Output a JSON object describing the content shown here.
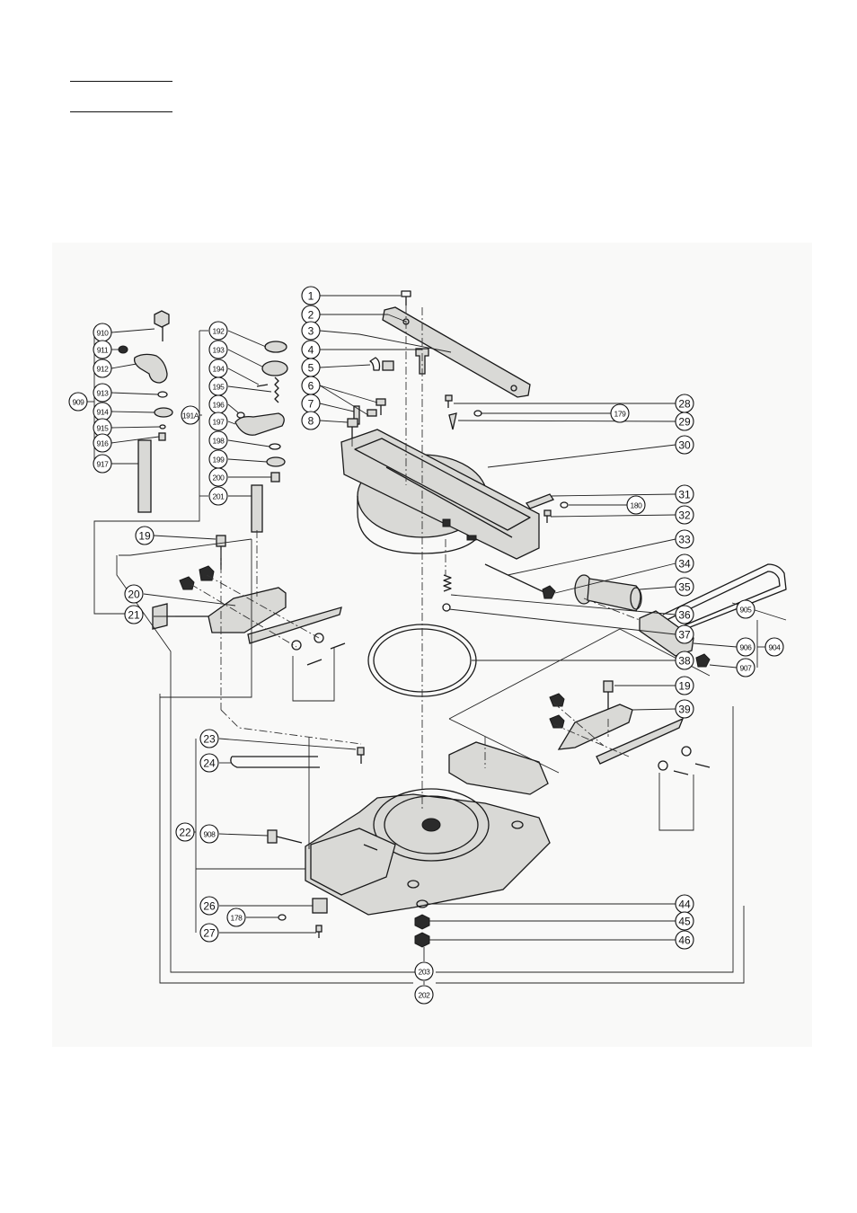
{
  "callouts": {
    "c1": "1",
    "c2": "2",
    "c3": "3",
    "c4": "4",
    "c5": "5",
    "c6": "6",
    "c7": "7",
    "c8": "8",
    "c19a": "19",
    "c19b": "19",
    "c20": "20",
    "c21": "21",
    "c22": "22",
    "c23": "23",
    "c24": "24",
    "c26": "26",
    "c27": "27",
    "c28": "28",
    "c29": "29",
    "c30": "30",
    "c31": "31",
    "c32": "32",
    "c33": "33",
    "c34": "34",
    "c35": "35",
    "c36": "36",
    "c37": "37",
    "c38": "38",
    "c39": "39",
    "c44": "44",
    "c45": "45",
    "c46": "46",
    "c178": "178",
    "c179": "179",
    "c180": "180",
    "c191a": "191A",
    "c192": "192",
    "c193": "193",
    "c194": "194",
    "c195": "195",
    "c196": "196",
    "c197": "197",
    "c198": "198",
    "c199": "199",
    "c200": "200",
    "c201": "201",
    "c202": "202",
    "c203": "203",
    "c904": "904",
    "c905": "905",
    "c906": "906",
    "c907": "907",
    "c908": "908",
    "c909": "909",
    "c910": "910",
    "c911": "911",
    "c912": "912",
    "c913": "913",
    "c914": "914",
    "c915": "915",
    "c916": "916",
    "c917": "917"
  }
}
